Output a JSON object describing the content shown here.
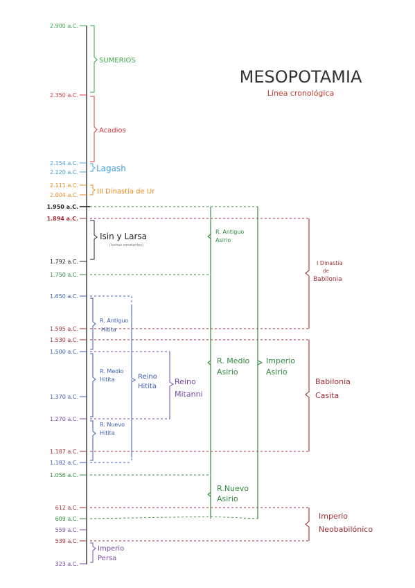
{
  "header": {
    "title": "MESOPOTAMIA",
    "subtitle": "Línea cronológica"
  },
  "colors": {
    "sumerios": "#3aa64a",
    "acadios": "#d8383d",
    "lagash": "#3ea0dc",
    "ur": "#ee8a22",
    "black": "#222222",
    "darkgreen": "#2f8a3c",
    "darkred": "#a32d33",
    "blue": "#3a5cb0",
    "purple": "#7a49a4"
  },
  "dates": {
    "d2900": "2.900 a.C.",
    "d2350": "2.350 a.C.",
    "d2154": "2.154 a.C.",
    "d2120": "2.120 a.C.",
    "d2111": "2.111 a.C.",
    "d2004": "2.004 a.C.",
    "d1950": "1.950 a.C.",
    "d1894": "1.894 a.C.",
    "d1792": "1.792 a.C.",
    "d1750": "1.750 a.C.",
    "d1650": "1.650 a.C.",
    "d1595": "1.595 a.C.",
    "d1530": "1.530 a.C.",
    "d1500": "1.500 a.C.",
    "d1370": "1.370 a.C.",
    "d1270": "1.270 a.C.",
    "d1187": "1.187 a.C.",
    "d1182": "1.182 a.C.",
    "d1056": "1.056 a.C.",
    "d612": "612 a.C.",
    "d609": "609 a.C.",
    "d559": "559 a.C.",
    "d539": "539 a.C.",
    "d323": "323 a.C."
  },
  "periods": {
    "sumerios": "SUMERIOS",
    "acadios": "Acadios",
    "lagash": "Lagash",
    "ur": "III Dinastía de Ur",
    "isin": "Isin y Larsa",
    "isin_note": "(luchas constantes)",
    "asirio_antiguo_1": "R. Antiguo",
    "asirio_antiguo_2": "Asirio",
    "asirio_medio_1": "R. Medio",
    "asirio_medio_2": "Asirio",
    "asirio_nuevo_1": "R.Nuevo",
    "asirio_nuevo_2": "Asirio",
    "imperio_asirio_1": "Imperio",
    "imperio_asirio_2": "Asirio",
    "babilonia1_1": "I Dinastía",
    "babilonia1_2": "de",
    "babilonia1_3": "Babilonia",
    "casita_1": "Babilonia",
    "casita_2": "Casita",
    "neo_1": "Imperio",
    "neo_2": "Neobabilónico",
    "hitita_antiguo_1": "R. Antiguo",
    "hitita_antiguo_2": "Hitita",
    "hitita_medio_1": "R. Medio",
    "hitita_medio_2": "Hitita",
    "hitita_nuevo_1": "R. Nuevo",
    "hitita_nuevo_2": "Hitita",
    "reino_hitita_1": "Reino",
    "reino_hitita_2": "Hitita",
    "mitanni_1": "Reino",
    "mitanni_2": "Mitanni",
    "persa_1": "Imperio",
    "persa_2": "Persa"
  }
}
